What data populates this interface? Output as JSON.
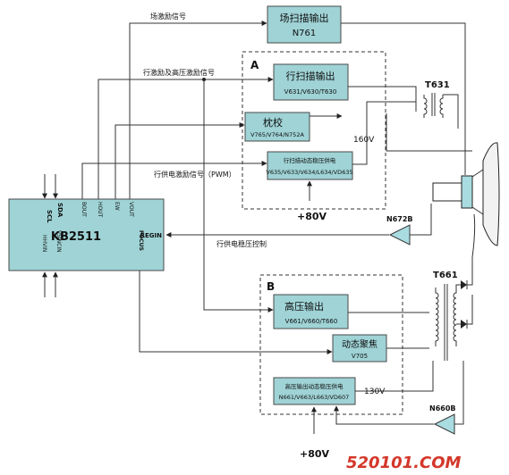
{
  "chip": {
    "name": "KB2511",
    "pins_top": [
      "SCL",
      "SDA",
      "BOUT",
      "HOUT",
      "EW",
      "VOUT"
    ],
    "pins_bottom": [
      "HHVIN",
      "VSINCIN",
      "FOCUS"
    ],
    "pin_right": "REGIN"
  },
  "blocks": {
    "field_scan_title": "场扫描输出",
    "field_scan_parts": "N761",
    "line_scan_title": "行扫描输出",
    "line_scan_parts": "V631/V630/T630",
    "pincushion_title": "枕校",
    "pincushion_parts": "V765/V764/N752A",
    "line_reg_title": "行扫描动态稳压供电",
    "line_reg_parts": "V635/V633/V634/L634/VD635",
    "hv_out_title": "高压输出",
    "hv_out_parts": "V661/V660/T660",
    "dyn_focus_title": "动态聚焦",
    "dyn_focus_parts": "V705",
    "hv_reg_title": "高压输出动态稳压供电",
    "hv_reg_parts": "N661/V663/L663/VD607"
  },
  "signals": {
    "field_drive": "场激励信号",
    "line_hv_drive": "行激励及高压激励信号",
    "line_pwm": "行供电激励信号（PWM）",
    "line_reg_ctrl": "行供电稳压控制"
  },
  "labels": {
    "group_a": "A",
    "group_b": "B",
    "t631": "T631",
    "t661": "T661",
    "n672b": "N672B",
    "n660b": "N660B",
    "v160": "160V",
    "v130": "130V",
    "p80_top": "+80V",
    "p80_bottom": "+80V"
  },
  "watermark": "520101.COM"
}
